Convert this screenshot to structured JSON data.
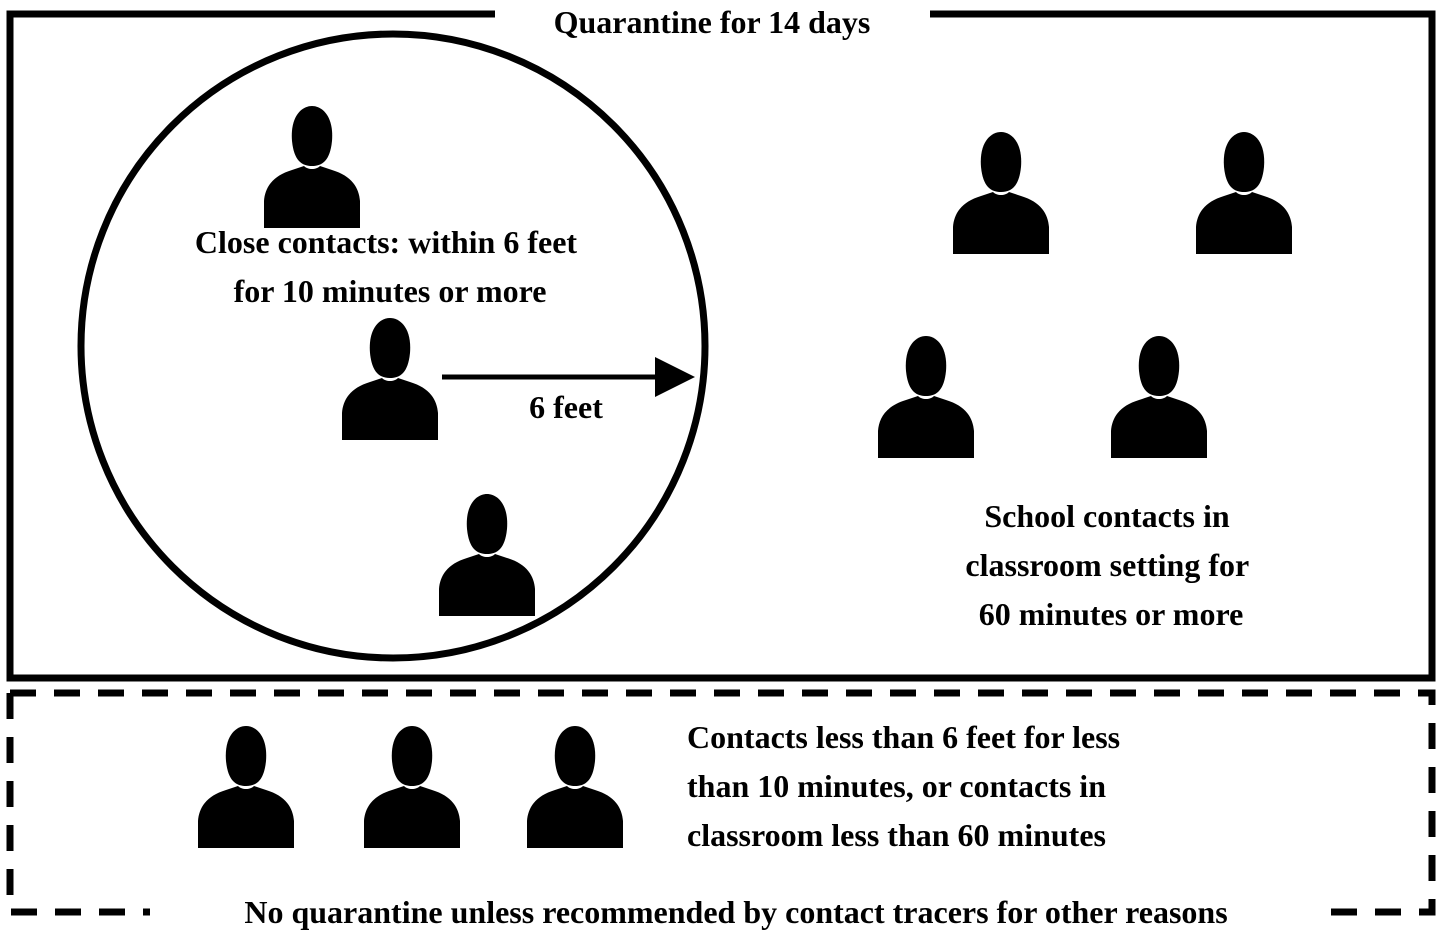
{
  "quarantine_box": {
    "title": "Quarantine for 14 days",
    "close_contacts": {
      "label_lines": [
        "Close contacts: within 6 feet",
        "for 10 minutes or more"
      ],
      "distance_label": "6 feet",
      "icon": "person-icon",
      "people": 3
    },
    "school_contacts": {
      "label_lines": [
        "School contacts in",
        "classroom setting for",
        "60 minutes or more"
      ],
      "icon": "person-icon",
      "people": 4
    }
  },
  "no_quarantine_box": {
    "title": "No quarantine unless recommended by contact tracers for other reasons",
    "label_lines": [
      "Contacts less than 6 feet for less",
      "than 10 minutes, or contacts in",
      "classroom less than 60 minutes"
    ],
    "icon": "person-icon",
    "people": 3
  },
  "colors": {
    "ink": "#000000",
    "background": "#ffffff"
  }
}
